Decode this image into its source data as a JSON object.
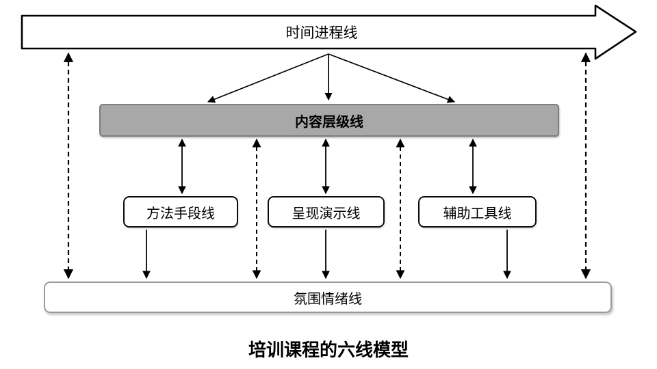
{
  "diagram": {
    "title": "培训课程的六线模型",
    "timeline": {
      "label": "时间进程线"
    },
    "content_bar": {
      "label": "内容层级线"
    },
    "boxes": [
      {
        "label": "方法手段线"
      },
      {
        "label": "呈现演示线"
      },
      {
        "label": "辅助工具线"
      }
    ],
    "bottom_bar": {
      "label": "氛围情绪线"
    },
    "colors": {
      "content_bar_fill": "#a8a8a8",
      "content_bar_border": "#7d7d7d",
      "shape_border": "#000000",
      "bottom_bar_border": "#9a9a9a",
      "arrow_color": "#000000",
      "background": "#ffffff"
    }
  }
}
